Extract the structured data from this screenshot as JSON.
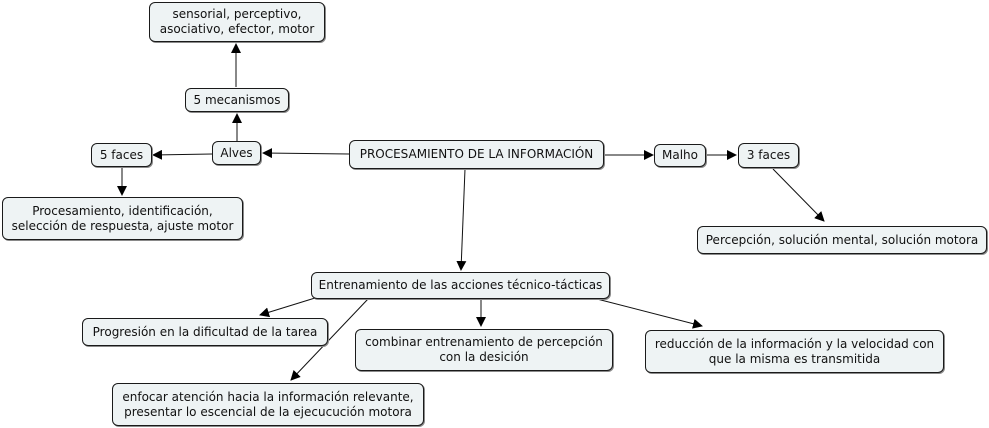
{
  "map": {
    "root": "PROCESAMIENTO DE LA INFORMACIÓN",
    "alves": "Alves",
    "alves_mechanisms": "5 mecanismos",
    "alves_mechanisms_list": "sensorial, perceptivo,\nasociativo, efector, motor",
    "alves_phases": "5 faces",
    "alves_phases_list": "Procesamiento, identificación,\nselección de respuesta, ajuste motor",
    "malho": "Malho",
    "malho_phases": "3 faces",
    "malho_phases_list": "Percepción, solución mental, solución motora",
    "training": "Entrenamiento de las acciones técnico-tácticas",
    "training_progression": "Progresión en la dificultad de la tarea",
    "training_attention": "enfocar atención hacia la información relevante,\npresentar lo escencial de la ejecucución motora",
    "training_combine": "combinar entrenamiento de percepción\ncon la desición",
    "training_reduction": "reducción de la información y la velocidad con\nque la misma es transmitida"
  },
  "colors": {
    "node_fill": "#eef3f4",
    "node_border": "#1a1a1a",
    "link": "#111111"
  }
}
